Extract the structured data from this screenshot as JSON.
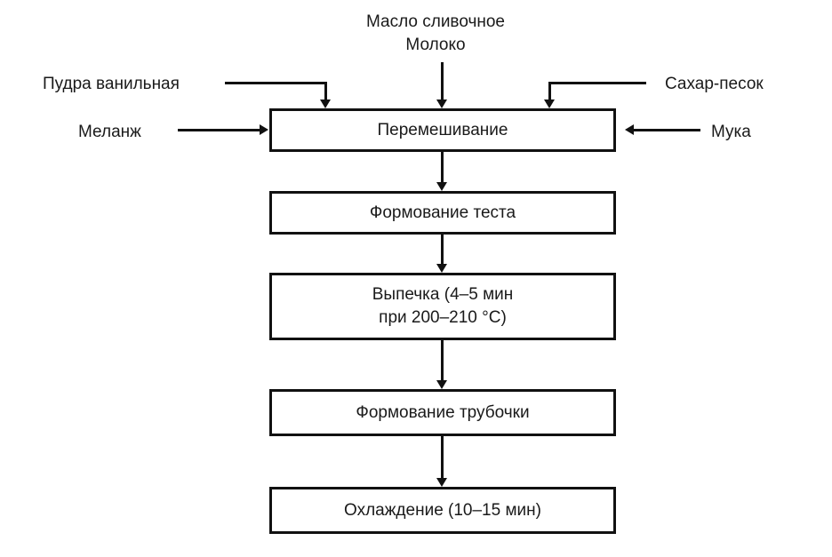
{
  "diagram": {
    "title": "",
    "type": "process-flowchart",
    "language": "ru",
    "colors": {
      "background": "#ffffff",
      "stroke": "#111111",
      "text": "#1a1a1a"
    },
    "process_steps": [
      {
        "id": "mixing",
        "label": "Перемешивание"
      },
      {
        "id": "dough",
        "label": "Формование теста"
      },
      {
        "id": "baking",
        "label": "Выпечка (4–5 мин\nпри 200–210 °C)"
      },
      {
        "id": "tube",
        "label": "Формование трубочки"
      },
      {
        "id": "cooling",
        "label": "Охлаждение (10–15 мин)"
      }
    ],
    "inputs": [
      {
        "id": "butter-milk",
        "label": "Масло сливочное\nМолоко",
        "enters": "mixing",
        "side": "top"
      },
      {
        "id": "powder",
        "label": "Пудра ванильная",
        "enters": "mixing",
        "side": "top-left"
      },
      {
        "id": "melange",
        "label": "Меланж",
        "enters": "mixing",
        "side": "left"
      },
      {
        "id": "sugar",
        "label": "Сахар-песок",
        "enters": "mixing",
        "side": "top-right"
      },
      {
        "id": "flour",
        "label": "Мука",
        "enters": "mixing",
        "side": "right"
      }
    ],
    "flow_order": [
      "mixing",
      "dough",
      "baking",
      "tube",
      "cooling"
    ]
  }
}
